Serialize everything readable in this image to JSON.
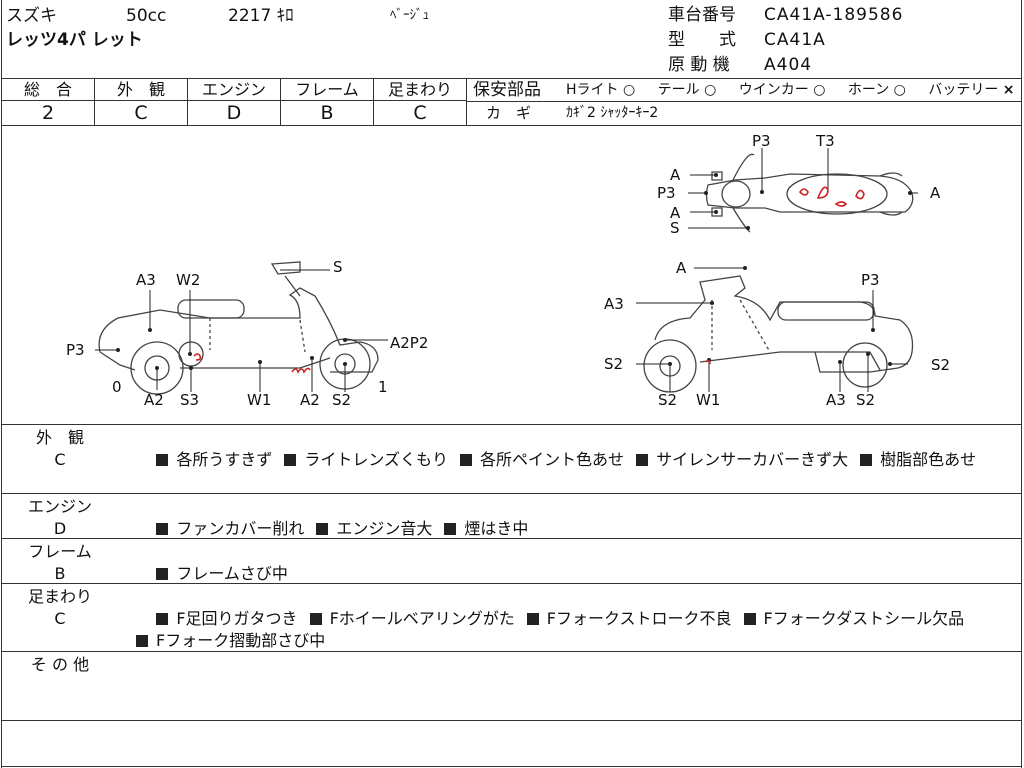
{
  "header": {
    "maker": "スズキ",
    "displacement": "50cc",
    "mileage": "2217 ｷﾛ",
    "color": "ﾍﾞｰｼﾞｭ",
    "model_name": "レッツ4パ レット",
    "frame_no_label": "車台番号",
    "frame_no": "CA41A-189586",
    "type_label": "型　　式",
    "type_value": "CA41A",
    "engine_label": "原 動 機",
    "engine_value": "A404"
  },
  "grades": [
    {
      "label": "総　合",
      "value": "2"
    },
    {
      "label": "外　観",
      "value": "C"
    },
    {
      "label": "エンジン",
      "value": "D"
    },
    {
      "label": "フレーム",
      "value": "B"
    },
    {
      "label": "足まわり",
      "value": "C"
    }
  ],
  "safety": {
    "label": "保安部品",
    "items": [
      {
        "name": "Hライト",
        "mark": "○"
      },
      {
        "name": "テール",
        "mark": "○"
      },
      {
        "name": "ウインカー",
        "mark": "○"
      },
      {
        "name": "ホーン",
        "mark": "○"
      },
      {
        "name": "バッテリー",
        "mark": "×"
      }
    ],
    "key_label": "カ　ギ",
    "key_value": "ｶｷﾞ2 ｼｬｯﾀｰｷｰ2"
  },
  "diagram_labels": {
    "top_p3a": "P3",
    "top_t3": "T3",
    "top_a1": "A",
    "top_p3b": "P3",
    "top_a2": "A",
    "top_a_right": "A",
    "top_s": "S",
    "left_a3": "A3",
    "left_w2": "W2",
    "left_s": "S",
    "left_p3": "P3",
    "left_a2p2": "A2P2",
    "left_0": "0",
    "left_1": "1",
    "left_a2": "A2",
    "left_s3": "S3",
    "left_w1": "W1",
    "left_a2b": "A2",
    "left_s2": "S2",
    "right_a": "A",
    "right_p3": "P3",
    "right_a3": "A3",
    "right_s2a": "S2",
    "right_s2b": "S2",
    "right_s2c": "S2",
    "right_w1": "W1",
    "right_a3b": "A3",
    "right_s2d": "S2"
  },
  "sections": [
    {
      "label": "外　観",
      "grade": "C",
      "items": [
        "各所うすきず",
        "ライトレンズくもり",
        "各所ペイント色あせ",
        "サイレンサーカバーきず大",
        "樹脂部色あせ"
      ]
    },
    {
      "label": "エンジン",
      "grade": "D",
      "items": [
        "ファンカバー削れ",
        "エンジン音大",
        "煙はき中"
      ]
    },
    {
      "label": "フレーム",
      "grade": "B",
      "items": [
        "フレームさび中"
      ]
    },
    {
      "label": "足まわり",
      "grade": "C",
      "items": [
        "F足回りガタつき",
        "Fホイールベアリングがた",
        "Fフォークストローク不良",
        "Fフォークダストシール欠品",
        "Fフォーク摺動部さび中"
      ]
    },
    {
      "label": "そ の 他",
      "grade": "",
      "items": []
    }
  ],
  "colors": {
    "line": "#333333",
    "damage": "#cc2222"
  }
}
